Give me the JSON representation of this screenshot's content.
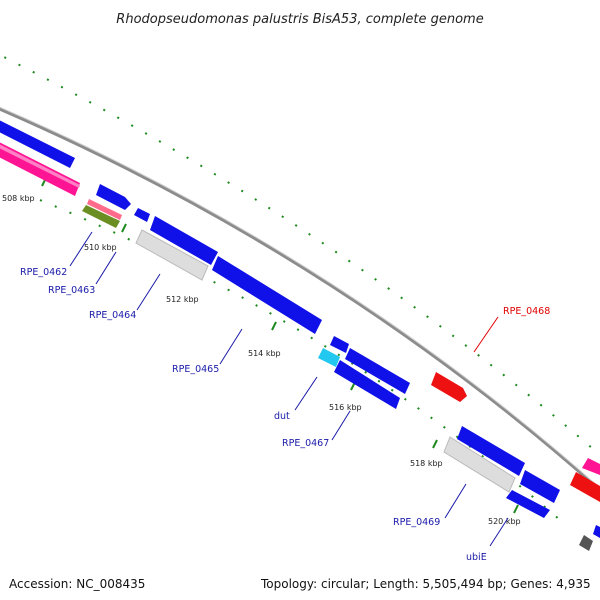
{
  "title": "Rhodopseudomonas palustris BisA53, complete genome",
  "footer": {
    "accession": "Accession: NC_008435",
    "topology": "Topology: circular; Length: 5,505,494 bp; Genes: 4,935"
  },
  "colors": {
    "backbone": "#8c8c8c",
    "tick": "#1f8a1f",
    "cds": "#1010e8",
    "cds_alt": "#ff1493",
    "rna": "#dddddd",
    "highlight": "#ee1111",
    "olive": "#6b8e23",
    "cyan": "#22c8f0"
  },
  "scale_labels": [
    "508 kbp",
    "510 kbp",
    "512 kbp",
    "514 kbp",
    "516 kbp",
    "518 kbp",
    "520 kbp"
  ],
  "gene_labels": [
    {
      "id": "rpe0462",
      "text": "RPE_0462"
    },
    {
      "id": "rpe0463",
      "text": "RPE_0463"
    },
    {
      "id": "rpe0464",
      "text": "RPE_0464"
    },
    {
      "id": "rpe0465",
      "text": "RPE_0465"
    },
    {
      "id": "dut",
      "text": "dut"
    },
    {
      "id": "rpe0467",
      "text": "RPE_0467"
    },
    {
      "id": "rpe0468",
      "text": "RPE_0468"
    },
    {
      "id": "rpe0469",
      "text": "RPE_0469"
    },
    {
      "id": "ubie",
      "text": "ubiE"
    }
  ]
}
